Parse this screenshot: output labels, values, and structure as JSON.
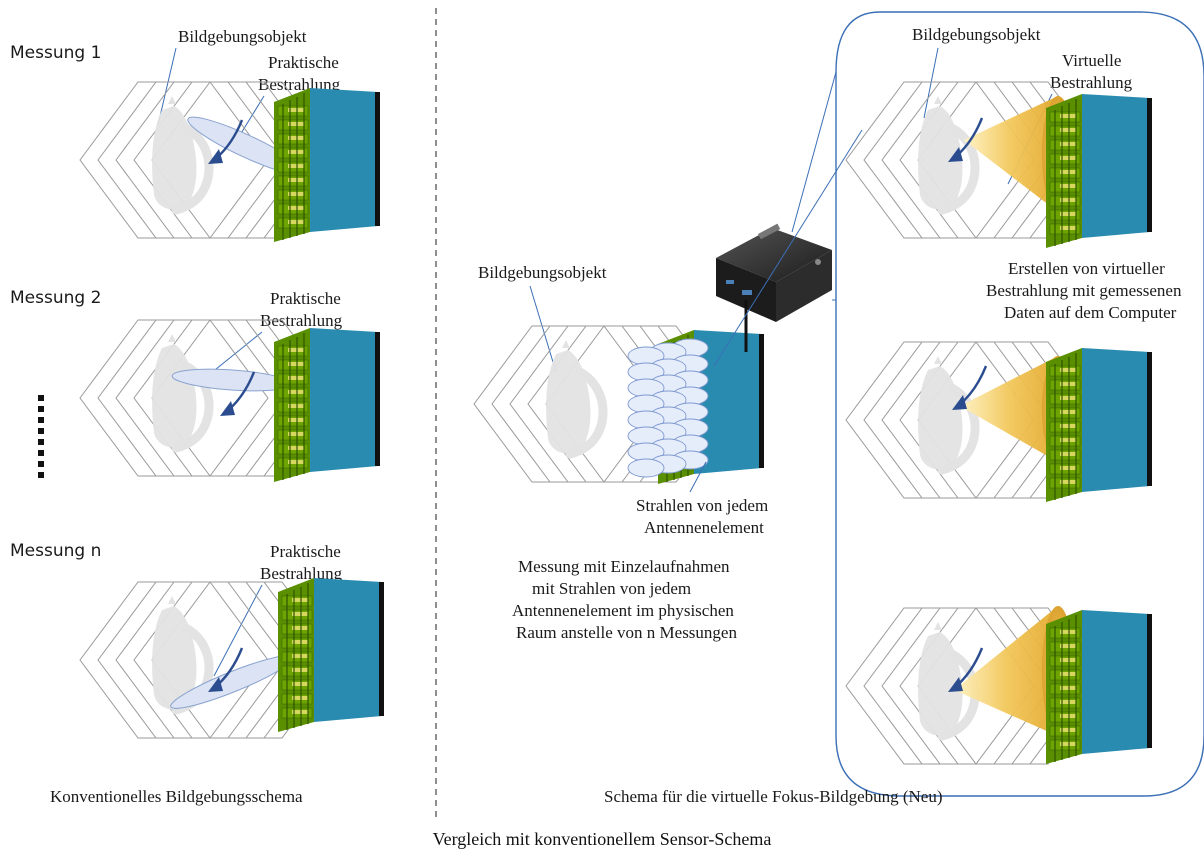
{
  "figure_caption": "Vergleich mit konventionellem Sensor-Schema",
  "left_panel": {
    "caption": "Konventionelles Bildgebungsschema",
    "measurements": [
      {
        "label": "Messung 1",
        "object_label": "Bildgebungsobjekt",
        "irradiation_line1": "Praktische",
        "irradiation_line2": "Bestrahlung"
      },
      {
        "label": "Messung 2",
        "irradiation_line1": "Praktische",
        "irradiation_line2": "Bestrahlung"
      },
      {
        "label": "Messung n",
        "irradiation_line1": "Praktische",
        "irradiation_line2": "Bestrahlung"
      }
    ]
  },
  "right_panel": {
    "caption": "Schema für die virtuelle Fokus-Bildgebung (Neu)",
    "center": {
      "object_label": "Bildgebungsobjekt",
      "beams_line1": "Strahlen von jedem",
      "beams_line2": "Antennenelement",
      "desc_lines": [
        "Messung mit Einzelaufnahmen",
        "mit Strahlen von jedem",
        "Antennenelement im physischen",
        "Raum anstelle von n Messungen"
      ]
    },
    "virtual_box": {
      "object_label": "Bildgebungsobjekt",
      "virtual_line1": "Virtuelle",
      "virtual_line2": "Bestrahlung",
      "create_lines": [
        "Erstellen von virtueller",
        "Bestrahlung mit gemessenen",
        "Daten auf dem Computer"
      ]
    }
  },
  "colors": {
    "antenna_green": "#7ab800",
    "antenna_back": "#2a8bb0",
    "beam_blue": "#dbe3f4",
    "beam_gold": "#f2c14e",
    "arrow_blue": "#2b4d8f",
    "box_border": "#3b6fb6"
  }
}
